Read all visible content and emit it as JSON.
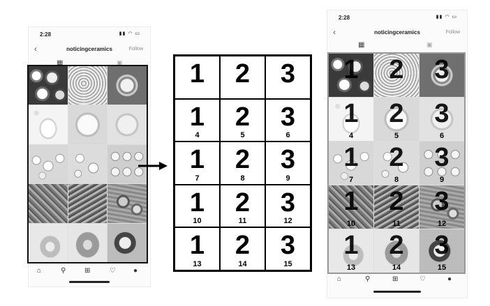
{
  "phone_left": {
    "status_time": "2:28",
    "username": "noticingceramics",
    "follow_label": "Follow"
  },
  "phone_right": {
    "status_time": "2:28",
    "username": "noticingceramics",
    "follow_label": "Follow"
  },
  "icons": {
    "back": "chevron-left-icon",
    "grid_tab": "grid-icon",
    "tagged_tab": "tagged-icon",
    "home": "home-icon",
    "search": "search-icon",
    "add": "add-icon",
    "heart": "heart-icon",
    "profile": "profile-icon"
  },
  "diagram": {
    "cells": [
      {
        "big": "1",
        "small": ""
      },
      {
        "big": "2",
        "small": ""
      },
      {
        "big": "3",
        "small": ""
      },
      {
        "big": "1",
        "small": "4"
      },
      {
        "big": "2",
        "small": "5"
      },
      {
        "big": "3",
        "small": "6"
      },
      {
        "big": "1",
        "small": "7"
      },
      {
        "big": "2",
        "small": "8"
      },
      {
        "big": "3",
        "small": "9"
      },
      {
        "big": "1",
        "small": "10"
      },
      {
        "big": "2",
        "small": "11"
      },
      {
        "big": "3",
        "small": "12"
      },
      {
        "big": "1",
        "small": "13"
      },
      {
        "big": "2",
        "small": "14"
      },
      {
        "big": "3",
        "small": "15"
      }
    ]
  }
}
